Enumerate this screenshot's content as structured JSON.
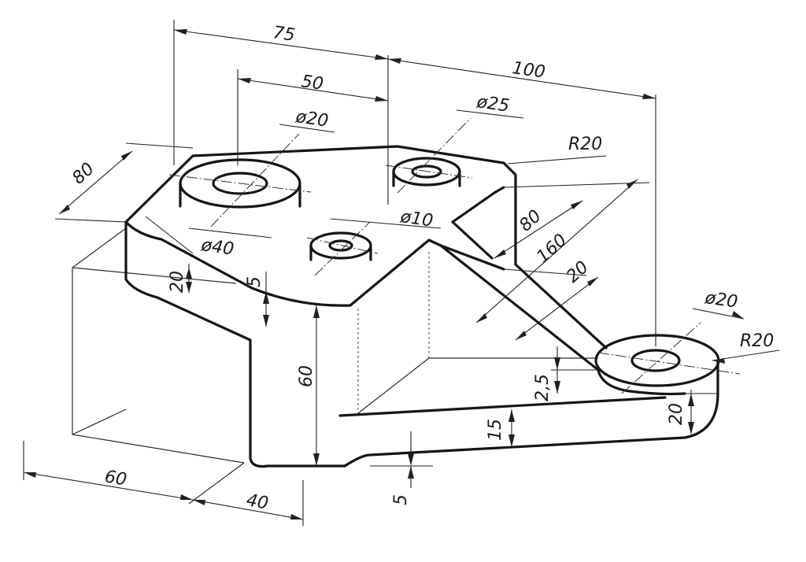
{
  "drawing": {
    "dimensions": {
      "d75": "75",
      "d50": "50",
      "d100": "100",
      "phi20_top": "ø20",
      "phi25": "ø25",
      "r20_top": "R20",
      "d80_left": "80",
      "phi10": "ø10",
      "d80_right": "80",
      "d160": "160",
      "phi40": "ø40",
      "d20_left": "20",
      "d5_top": "5",
      "d20_rib": "20",
      "phi20_right": "ø20",
      "r20_right": "R20",
      "d60_height": "60",
      "d2_5": "2,5",
      "d15": "15",
      "d20_right": "20",
      "d60_base": "60",
      "d40_base": "40",
      "d5_bottom": "5"
    }
  }
}
